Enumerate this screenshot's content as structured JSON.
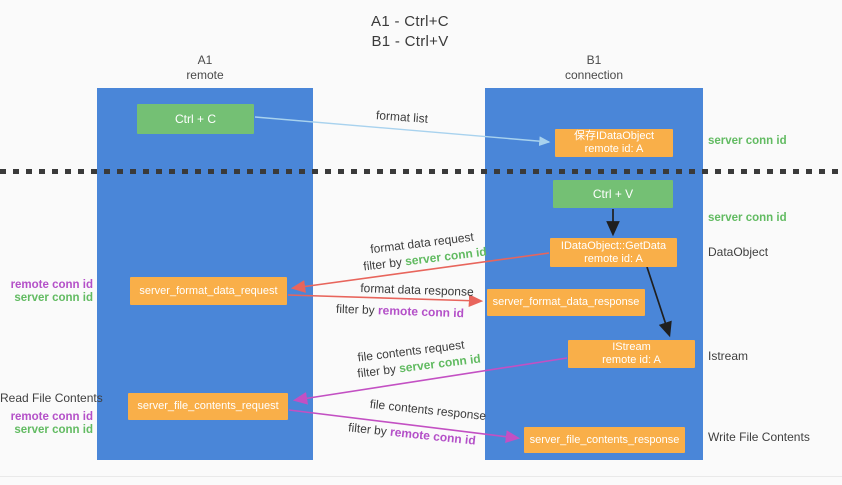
{
  "title": {
    "line1": "A1 - Ctrl+C",
    "line2": "B1 - Ctrl+V"
  },
  "colors": {
    "lane_blue": "#4a86d8",
    "green_box": "#74c074",
    "orange_box": "#f9af49",
    "arrow_red": "#e8655c",
    "arrow_magenta": "#c350c3",
    "arrow_light_blue": "#a8d2ee",
    "arrow_black": "#1f1f1f",
    "text_green": "#62bb62",
    "text_purple": "#b450c8"
  },
  "lanes": {
    "a1": {
      "title": "A1",
      "subtitle": "remote"
    },
    "b1": {
      "title": "B1",
      "subtitle": "connection"
    }
  },
  "nodes": {
    "ctrl_c": {
      "label": "Ctrl + C"
    },
    "ctrl_v": {
      "label": "Ctrl + V"
    },
    "save_dataobject": {
      "line1": "保存IDataObject",
      "line2": "remote id: A"
    },
    "getdata": {
      "line1": "IDataObject::GetData",
      "line2": "remote id: A"
    },
    "istream": {
      "line1": "IStream",
      "line2": "remote id: A"
    },
    "format_request": {
      "label": "server_format_data_request"
    },
    "format_response": {
      "label": "server_format_data_response"
    },
    "file_request": {
      "label": "server_file_contents_request"
    },
    "file_response": {
      "label": "server_file_contents_response"
    }
  },
  "edge_labels": {
    "format_list": "format list",
    "format_data_request": {
      "line1": "format data request",
      "filter_prefix": "filter by ",
      "filter_key": "server conn id"
    },
    "format_data_response": {
      "line1": "format data response",
      "filter_prefix": "filter by ",
      "filter_key": "remote conn id"
    },
    "file_contents_request": {
      "line1": "file contents request",
      "filter_prefix": "filter by ",
      "filter_key": "server conn id"
    },
    "file_contents_response": {
      "line1": "file contents response",
      "filter_prefix": "filter by ",
      "filter_key": "remote conn id"
    }
  },
  "annotations": {
    "right": {
      "server_conn_id_1": "server conn id",
      "server_conn_id_2": "server conn id",
      "dataobject": "DataObject",
      "istream": "Istream",
      "write_file_contents": "Write File Contents"
    },
    "left": {
      "remote_conn_id_1": "remote conn id",
      "server_conn_id_1": "server conn id",
      "read_file_contents": "Read File Contents",
      "remote_conn_id_2": "remote conn id",
      "server_conn_id_2": "server conn id"
    }
  }
}
